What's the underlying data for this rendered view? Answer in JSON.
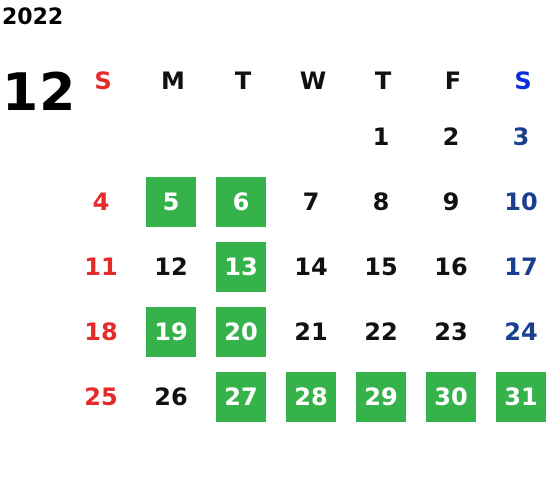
{
  "year": "2022",
  "month": "12",
  "weekdays": [
    "S",
    "M",
    "T",
    "W",
    "T",
    "F",
    "S"
  ],
  "weeks": [
    [
      "",
      "",
      "",
      "",
      "1",
      "2",
      "3"
    ],
    [
      "4",
      "5",
      "6",
      "7",
      "8",
      "9",
      "10"
    ],
    [
      "11",
      "12",
      "13",
      "14",
      "15",
      "16",
      "17"
    ],
    [
      "18",
      "19",
      "20",
      "21",
      "22",
      "23",
      "24"
    ],
    [
      "25",
      "26",
      "27",
      "28",
      "29",
      "30",
      "31"
    ]
  ],
  "highlighted_days": [
    "5",
    "6",
    "13",
    "19",
    "20",
    "27",
    "28",
    "29",
    "30",
    "31"
  ],
  "colors": {
    "highlight": "#35b24a",
    "sunday": "#e52a2a",
    "saturday": "#1a3f8f",
    "saturday_header": "#0a2de0"
  }
}
